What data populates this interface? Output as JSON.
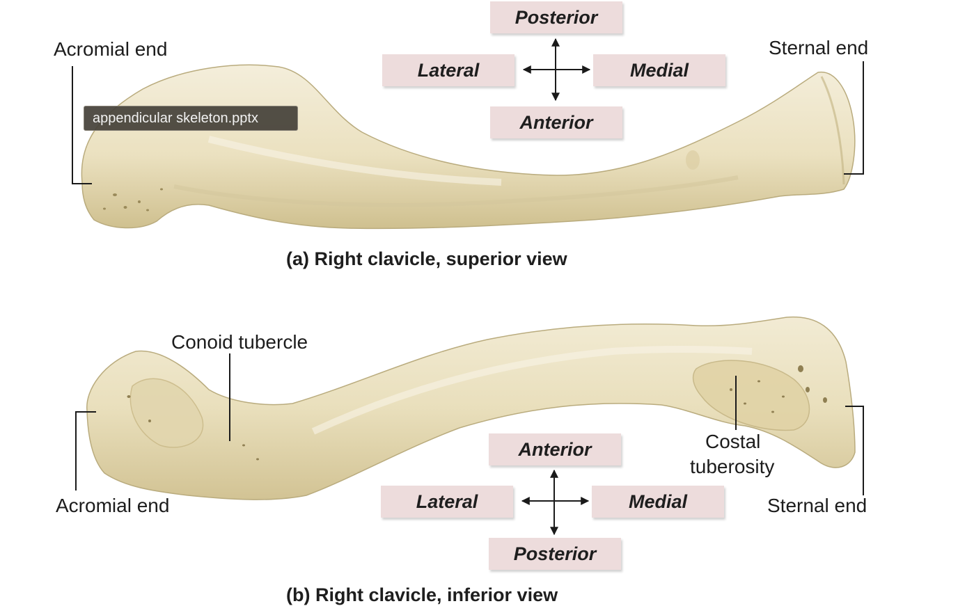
{
  "tooltip": {
    "text": "appendicular skeleton.pptx"
  },
  "superior_view": {
    "caption": "(a) Right clavicle, superior view",
    "labels": {
      "acromial_end": "Acromial end",
      "sternal_end": "Sternal end"
    },
    "compass": {
      "top": "Posterior",
      "left": "Lateral",
      "right": "Medial",
      "bottom": "Anterior"
    }
  },
  "inferior_view": {
    "caption": "(b) Right clavicle, inferior view",
    "labels": {
      "conoid_tubercle": "Conoid tubercle",
      "acromial_end": "Acromial end",
      "sternal_end": "Sternal end",
      "costal_tuberosity_line1": "Costal",
      "costal_tuberosity_line2": "tuberosity"
    },
    "compass": {
      "top": "Anterior",
      "left": "Lateral",
      "right": "Medial",
      "bottom": "Posterior"
    }
  },
  "colors": {
    "bone_fill": "#ece3c4",
    "bone_shadow": "#d3c59a",
    "compass_box": "#eddcdc",
    "tooltip_bg": "#46423a"
  }
}
